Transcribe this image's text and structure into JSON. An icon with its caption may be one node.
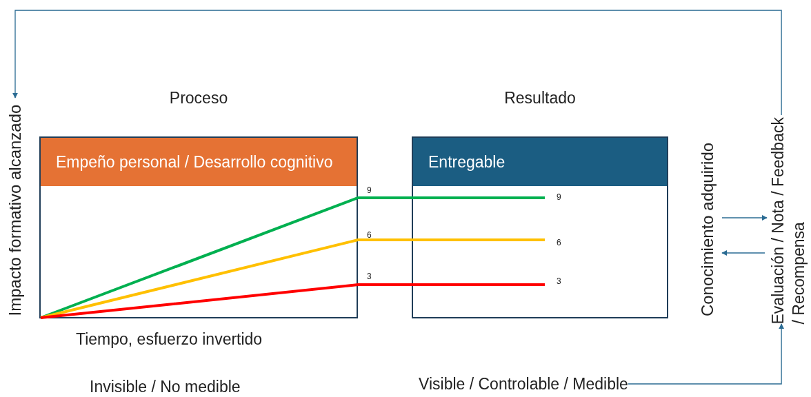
{
  "diagram": {
    "nodes": [
      {
        "text": [
          "Proceso",
          "Empeño personal / Desarrollo cognitivo"
        ]
      },
      {
        "text": [
          "Resultado",
          "Entregable"
        ]
      },
      {
        "text": [
          "Conocimiento adquirido"
        ]
      },
      {
        "text": [
          "Evaluación / Nota / Feedback / Recompensa"
        ]
      },
      {
        "text": [
          "Impacto formativo alcanzado"
        ]
      },
      {
        "text": [
          "Visible / Controlable / Medible"
        ]
      }
    ],
    "edges": [
      {
        "from": 3,
        "to": 4,
        "arrow": "to"
      },
      {
        "from": 5,
        "to": 3,
        "arrow": "to"
      },
      {
        "from": 2,
        "to": 3,
        "arrow": "to"
      },
      {
        "from": 3,
        "to": 2,
        "arrow": "to"
      }
    ],
    "labels": [
      "9",
      "9",
      "6",
      "6",
      "3",
      "3",
      "Tiempo, esfuerzo invertido",
      "Invisible / No medible"
    ]
  }
}
